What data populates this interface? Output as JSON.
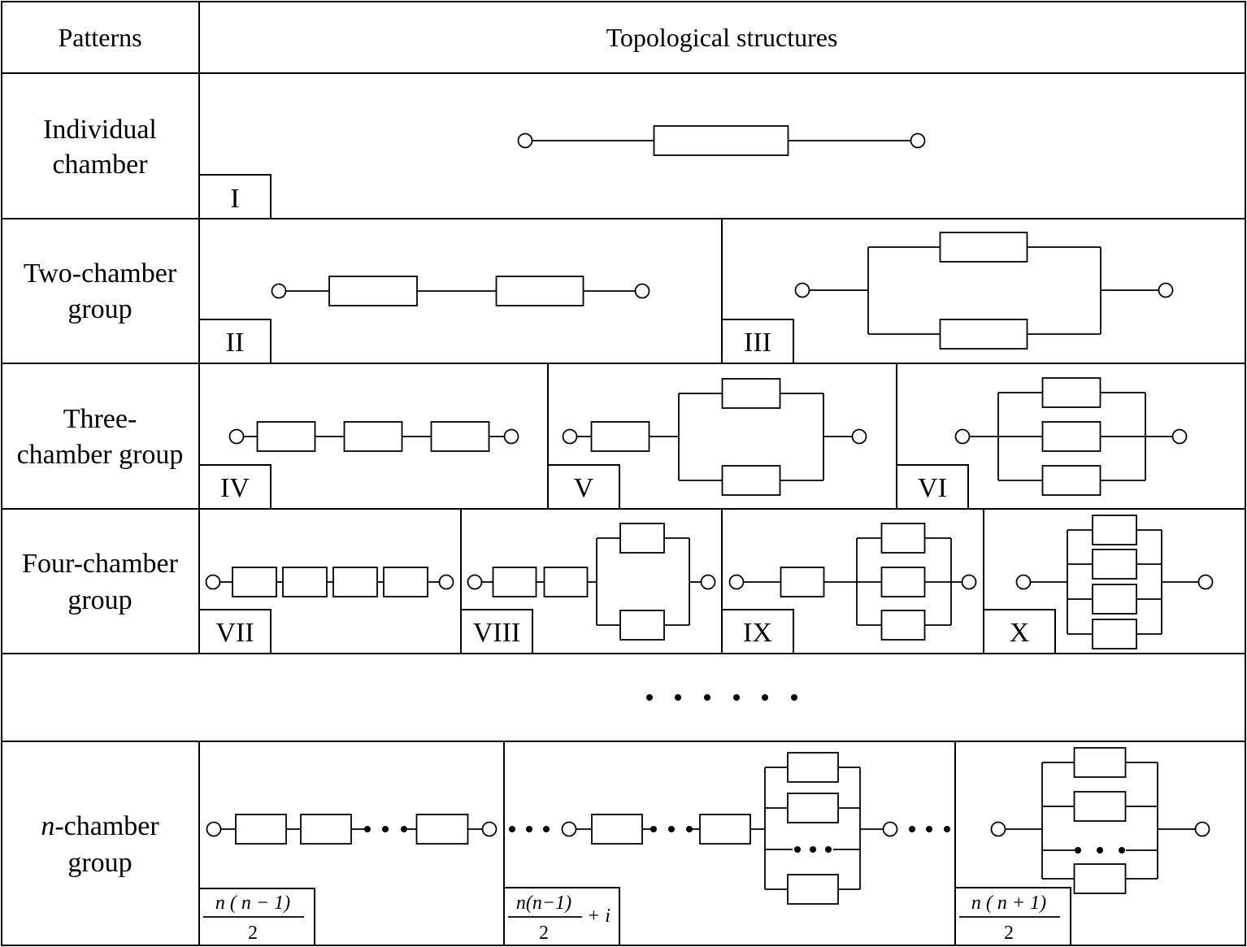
{
  "header": {
    "patterns": "Patterns",
    "structures": "Topological structures"
  },
  "rows": [
    {
      "label_lines": [
        "Individual",
        "chamber"
      ]
    },
    {
      "label_lines": [
        "Two-chamber",
        "group"
      ]
    },
    {
      "label_lines": [
        "Three-",
        "chamber group"
      ]
    },
    {
      "label_lines": [
        "Four-chamber",
        "group"
      ]
    },
    {
      "label_lines": []
    },
    {
      "label_italic": "n",
      "label_lines": [
        "-chamber",
        "group"
      ]
    }
  ],
  "structure_ids": [
    "I",
    "II",
    "III",
    "IV",
    "V",
    "VI",
    "VII",
    "VIII",
    "IX",
    "X"
  ],
  "n_group_formulas": {
    "series": {
      "numerator": "n ( n − 1)",
      "denominator": "2"
    },
    "mixed": {
      "numerator": "n(n−1)",
      "denominator": "2",
      "suffix": "+ i"
    },
    "parallel": {
      "numerator": "n ( n + 1)",
      "denominator": "2"
    }
  }
}
